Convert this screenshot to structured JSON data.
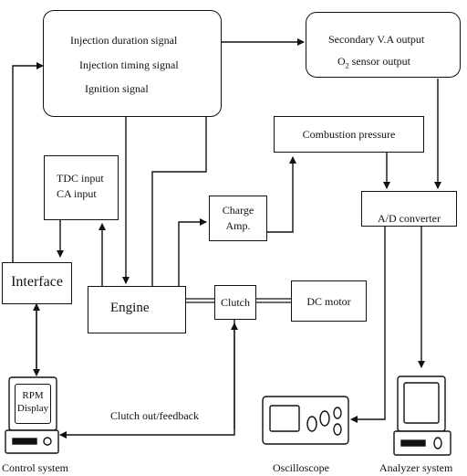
{
  "ecu_box": {
    "line1": "Injection duration signal",
    "line2": "Injection timing signal",
    "line3": "Ignition signal"
  },
  "sensor_box": {
    "line1": "Secondary V.A output",
    "line2_prefix": "O",
    "line2_sub": "2",
    "line2_suffix": " sensor output"
  },
  "combustion_box": {
    "label": "Combustion pressure"
  },
  "tdc_box": {
    "line1": "TDC input",
    "line2": "CA input"
  },
  "charge_box": {
    "line1": "Charge",
    "line2": "Amp."
  },
  "adc_box": {
    "label": "A/D converter"
  },
  "interface_box": {
    "label": "Interface"
  },
  "engine_box": {
    "label": "Engine"
  },
  "clutch_box": {
    "label": "Clutch"
  },
  "motor_box": {
    "label": "DC motor"
  },
  "rpm_display": {
    "line1": "RPM",
    "line2": "Display"
  },
  "labels": {
    "clutch_feedback": "Clutch out/feedback",
    "control_system": "Control system",
    "oscilloscope": "Oscilloscope",
    "analyzer_system": "Analyzer system"
  }
}
